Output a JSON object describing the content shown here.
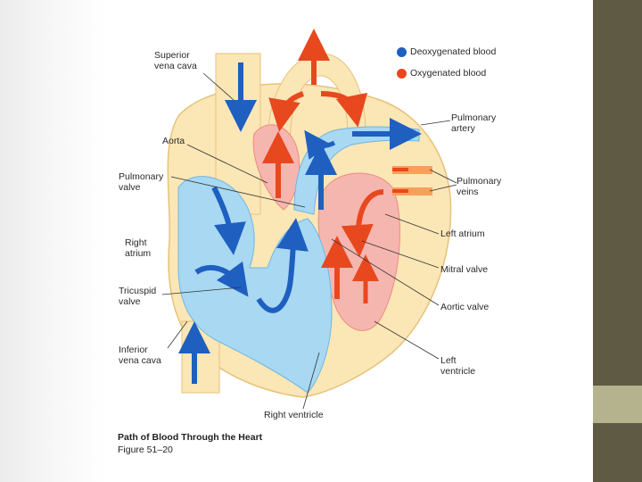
{
  "colors": {
    "side_dark": "#5f5a43",
    "side_light": "#b5b38d",
    "deoxygenated": "#1f5fc0",
    "oxygenated": "#e8481e"
  },
  "legend": {
    "deoxygenated": "Deoxygenated blood",
    "oxygenated": "Oxygenated blood"
  },
  "labels": {
    "superior_vena_cava": "Superior\nvena cava",
    "aorta": "Aorta",
    "pulmonary_valve": "Pulmonary\nvalve",
    "right_atrium": "Right\natrium",
    "tricuspid_valve": "Tricuspid\nvalve",
    "inferior_vena_cava": "Inferior\nvena cava",
    "right_ventricle": "Right ventricle",
    "pulmonary_artery": "Pulmonary\nartery",
    "pulmonary_veins": "Pulmonary\nveins",
    "left_atrium": "Left atrium",
    "mitral_valve": "Mitral valve",
    "aortic_valve": "Aortic valve",
    "left_ventricle": "Left\nventricle"
  },
  "caption": {
    "title": "Path of Blood Through the Heart",
    "figure": "Figure 51–20"
  }
}
